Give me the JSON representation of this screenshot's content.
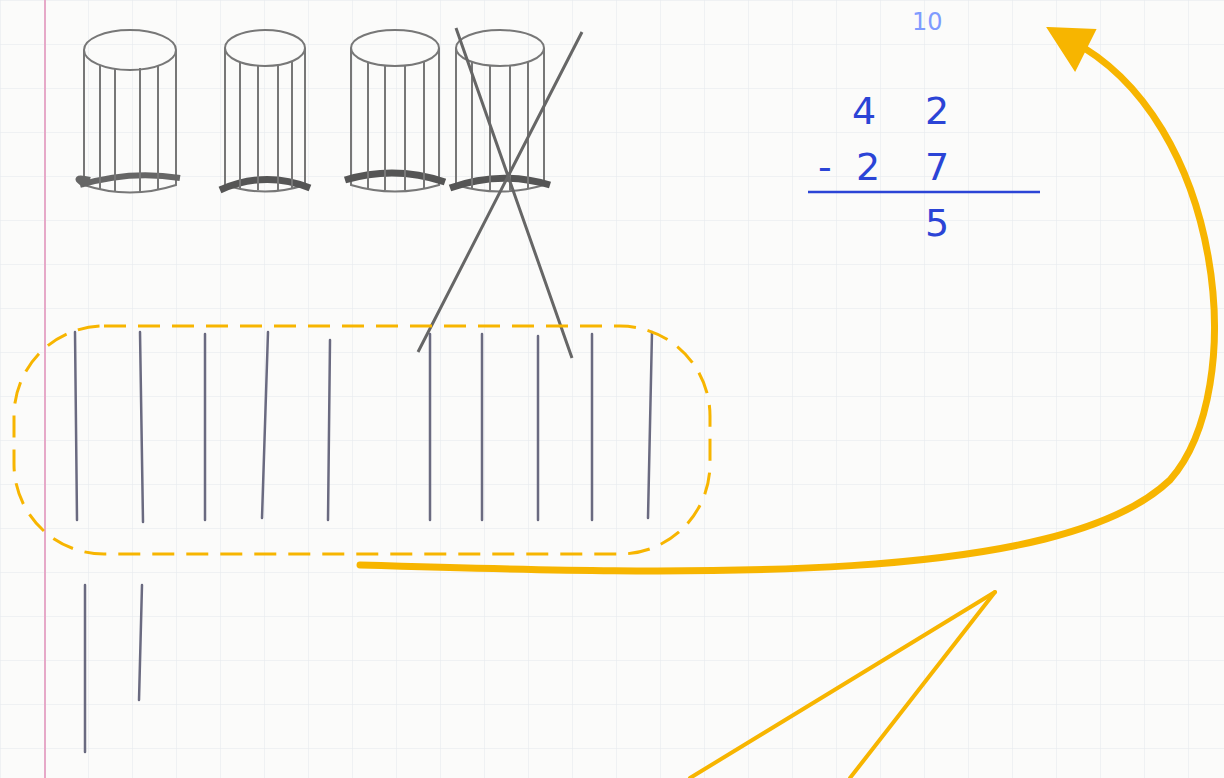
{
  "diagram": {
    "labels": [
      "10",
      "4",
      "2",
      "-",
      "2",
      "7",
      "5"
    ]
  }
}
